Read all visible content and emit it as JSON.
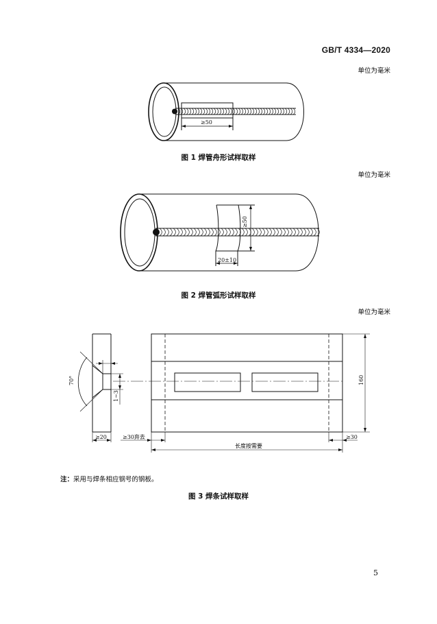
{
  "header": {
    "standard_code": "GB/T  4334—2020"
  },
  "unit_label": "单位为毫米",
  "figure1": {
    "caption": "图 1    焊管舟形试样取样",
    "dim_length": "≥50"
  },
  "figure2": {
    "caption": "图 2    焊管弧形试样取样",
    "dim_length": "≥50",
    "dim_width": "20±10"
  },
  "figure3": {
    "caption": "图 3    焊条试样取样",
    "angle": "70°",
    "gap": "1~3",
    "dim_side": "≥20",
    "dim_discard": "≥30弃去",
    "dim_end": "≥30",
    "dim_height": "160",
    "dim_length_label": "长度按需要"
  },
  "note": {
    "prefix": "注：",
    "text": "采用与焊条相应钢号的钢板。"
  },
  "page_number": "5"
}
